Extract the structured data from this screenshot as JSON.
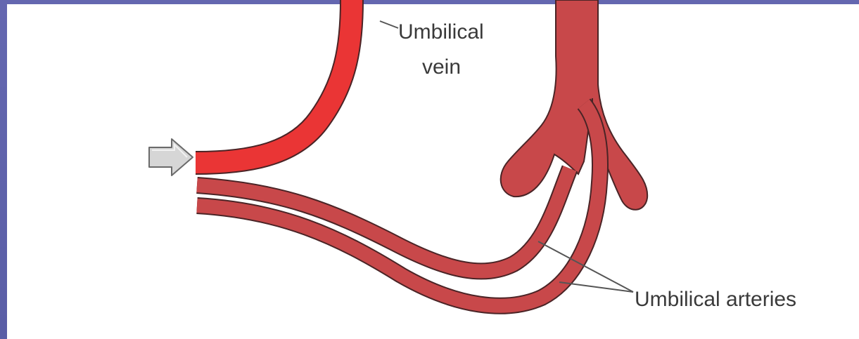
{
  "diagram": {
    "labels": {
      "umbilical_vein_line1": "Umbilical",
      "umbilical_vein_line2": "vein",
      "umbilical_arteries": "Umbilical arteries"
    },
    "colors": {
      "vein": "#ea3535",
      "artery": "#c8484a",
      "outline": "#4a2426",
      "arrow": "#d6d6d6",
      "leader": "#555555",
      "frame": "#5b5fa8",
      "background": "#ffffff"
    },
    "icons": {
      "flow_arrow": "right-arrow-icon"
    }
  }
}
